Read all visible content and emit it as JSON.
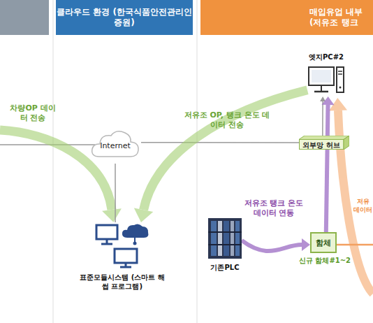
{
  "diagram": {
    "nodes": [
      {
        "text": [
          "클라우드 환경 (한국식품안전관리인증원)"
        ]
      },
      {
        "text": [
          "매입유업 내부 (저유조 탱크"
        ]
      },
      {
        "text": [
          "엣지PC#2"
        ]
      },
      {
        "text": [
          "Internet"
        ]
      },
      {
        "text": [
          "외부망 허브"
        ]
      },
      {
        "text": [
          "표준모듈시스템 (스마트 해썹 프로그램)"
        ]
      },
      {
        "text": [
          "기존PLC"
        ]
      },
      {
        "text": [
          "함체",
          "신규 함체#1~2"
        ]
      }
    ],
    "edges": [
      {
        "from": 4,
        "to": 3,
        "arrow": "none"
      },
      {
        "from": 3,
        "to": 5,
        "arrow": "none"
      },
      {
        "from": 4,
        "to": 2,
        "arrow": "to"
      },
      {
        "from": 2,
        "to": 5,
        "arrow": "to",
        "label": "저유조 OP, 탱크 온도 데이터 전송"
      },
      {
        "from": 6,
        "to": 7,
        "arrow": "to",
        "label": "저유조 탱크 온도 데이터 연동"
      },
      {
        "from": 7,
        "to": 2,
        "arrow": "to"
      }
    ],
    "labels": [
      "차량OP 데이터 전송",
      "저유 데이터"
    ]
  }
}
